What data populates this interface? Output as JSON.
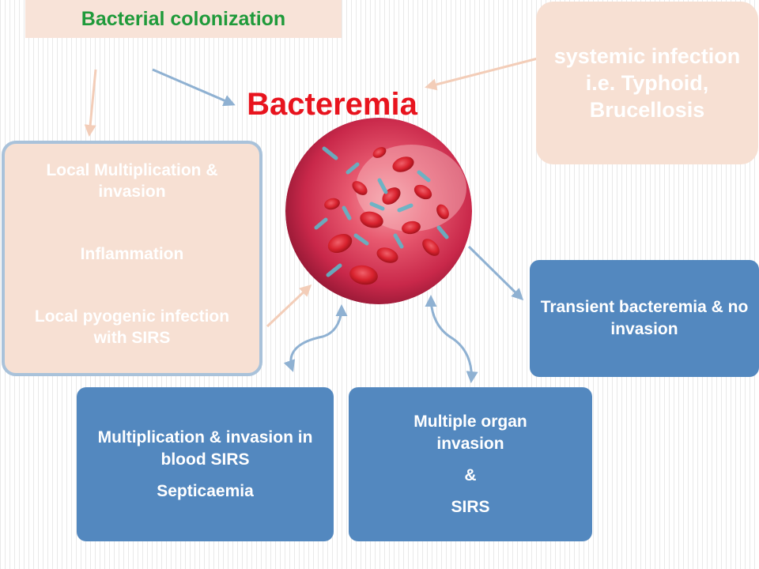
{
  "title": "Bacterial colonization",
  "center_label": "Bacteremia",
  "systemic": {
    "text": "systemic infection i.e. Typhoid, Brucellosis"
  },
  "local": {
    "items": [
      "Local Multiplication & invasion",
      "Inflammation",
      "Local pyogenic infection with SIRS"
    ]
  },
  "transient": {
    "text": "Transient bacteremia & no invasion"
  },
  "septic": {
    "line1": "Multiplication  & invasion in blood SIRS",
    "line2": "Septicaemia"
  },
  "organ": {
    "line1": "Multiple organ invasion",
    "line2": "&",
    "line3": "SIRS"
  },
  "colors": {
    "title_text": "#1f9a3a",
    "center_label": "#e8141e",
    "peach_box": "#f7e0d3",
    "blue_box": "#5388bf",
    "arrow_blue": "#8fb1d2",
    "arrow_peach": "#f6d9c8"
  }
}
